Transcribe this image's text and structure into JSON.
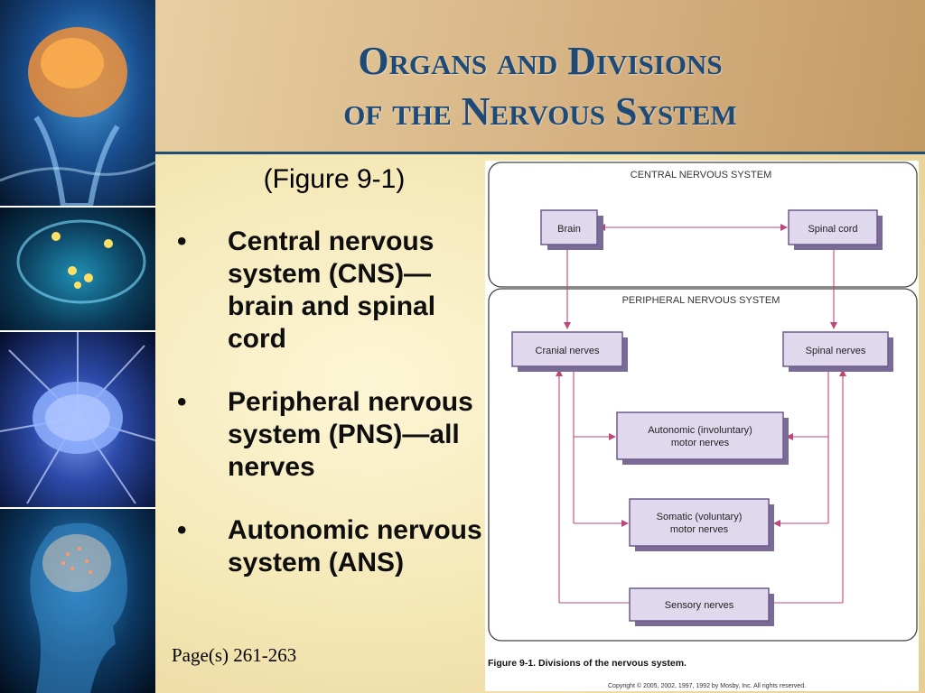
{
  "slide": {
    "title_line1": "Organs and Divisions",
    "title_line2": "of the Nervous System",
    "figure_ref": "(Figure  9-1)",
    "bullets": [
      "Central nervous system (CNS)—brain and spinal cord",
      "Peripheral nervous system (PNS)—all nerves",
      "Autonomic nervous system (ANS)"
    ],
    "pages": "Page(s) 261-263"
  },
  "figure": {
    "cns_title": "CENTRAL NERVOUS SYSTEM",
    "pns_title": "PERIPHERAL NERVOUS SYSTEM",
    "brain": "Brain",
    "spinal_cord": "Spinal cord",
    "cranial_nerves": "Cranial nerves",
    "spinal_nerves": "Spinal nerves",
    "autonomic_line1": "Autonomic (involuntary)",
    "autonomic_line2": "motor nerves",
    "somatic_line1": "Somatic (voluntary)",
    "somatic_line2": "motor nerves",
    "sensory": "Sensory nerves",
    "caption": "Figure 9-1. Divisions of the nervous system.",
    "copyright": "Copyright © 2005, 2002, 1997, 1992 by Mosby, Inc. All rights reserved."
  },
  "images": {
    "panel1": "skeleton-brain-image",
    "panel2": "brain-scan-image",
    "panel3": "brain-network-image",
    "panel4": "head-profile-image"
  },
  "colors": {
    "title": "#1e4a77",
    "rule": "#1f4e73",
    "arrow": "#c0477a",
    "box_fill": "#e0d8ec",
    "box_stroke": "#6e5a8e"
  }
}
